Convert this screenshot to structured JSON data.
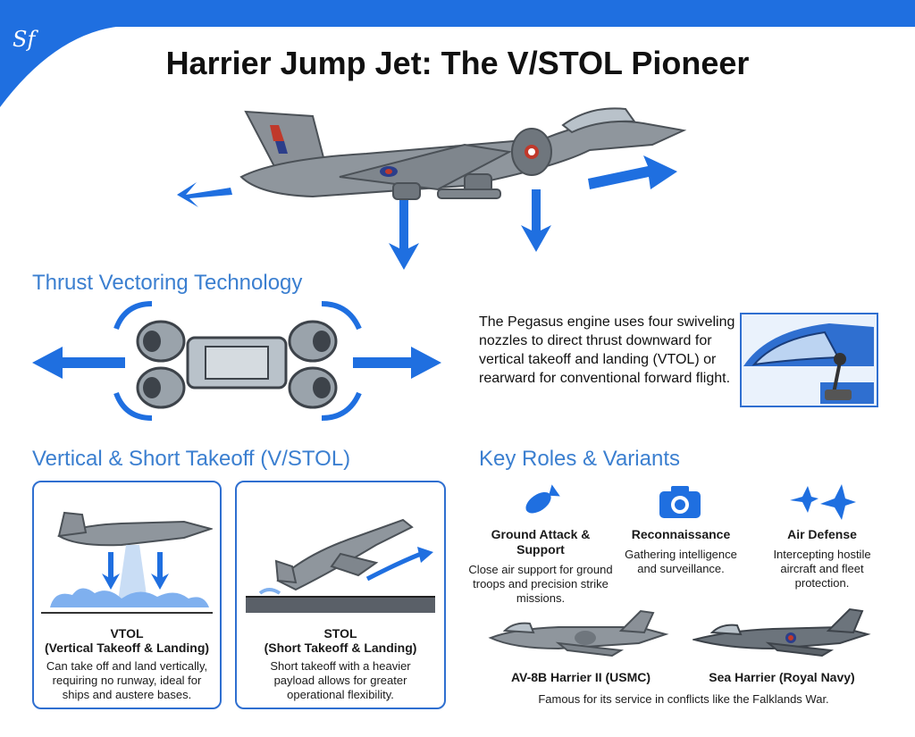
{
  "logo_text": "Sf",
  "title": "Harrier Jump Jet: The V/STOL Pioneer",
  "sections": {
    "thrust": "Thrust Vectoring Technology",
    "vstol": "Vertical & Short Takeoff (V/STOL)",
    "roles": "Key Roles & Variants"
  },
  "thrust_description": "The Pegasus engine uses four swiveling nozzles to direct thrust downward for vertical takeoff and landing (VTOL) or rearward for conventional forward flight.",
  "cards": [
    {
      "title": "VTOL",
      "subtitle": "(Vertical Takeoff & Landing)",
      "text": "Can take off and land vertically, requiring no runway, ideal for ships and austere bases."
    },
    {
      "title": "STOL",
      "subtitle": "(Short Takeoff & Landing)",
      "text": "Short takeoff with a heavier payload allows for greater operational flexibility."
    }
  ],
  "roles": [
    {
      "icon": "bomb-icon",
      "title": "Ground Attack & Support",
      "text": "Close air support for ground troops and precision strike missions."
    },
    {
      "icon": "camera-icon",
      "title": "Reconnaissance",
      "text": "Gathering intelligence and surveillance."
    },
    {
      "icon": "fighter-jets-icon",
      "title": "Air Defense",
      "text": "Intercepting hostile aircraft and fleet protection."
    }
  ],
  "variants": [
    {
      "name": "AV-8B Harrier II (USMC)"
    },
    {
      "name": "Sea Harrier (Royal Navy)"
    }
  ],
  "variants_note": "Famous for its service in conflicts like the Falklands War.",
  "colors": {
    "accent": "#1f6fe0",
    "section": "#3b7fd0",
    "jet": "#8a9097"
  }
}
